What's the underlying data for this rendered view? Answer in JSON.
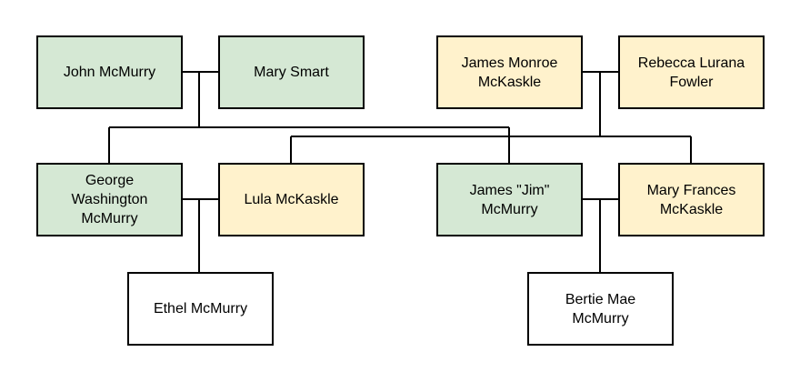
{
  "colors": {
    "green": "#d5e8d4",
    "yellow": "#fff2cc",
    "white": "#ffffff",
    "border": "#000000",
    "line": "#000000"
  },
  "people": {
    "john": "John McMurry",
    "mary_smart": "Mary Smart",
    "james_monroe": "James Monroe\nMcKaskle",
    "rebecca": "Rebecca Lurana\nFowler",
    "george": "George\nWashington\nMcMurry",
    "lula": "Lula McKaskle",
    "jim": "James \"Jim\"\nMcMurry",
    "mary_frances": "Mary Frances\nMcKaskle",
    "ethel": "Ethel McMurry",
    "bertie": "Bertie Mae\nMcMurry"
  }
}
